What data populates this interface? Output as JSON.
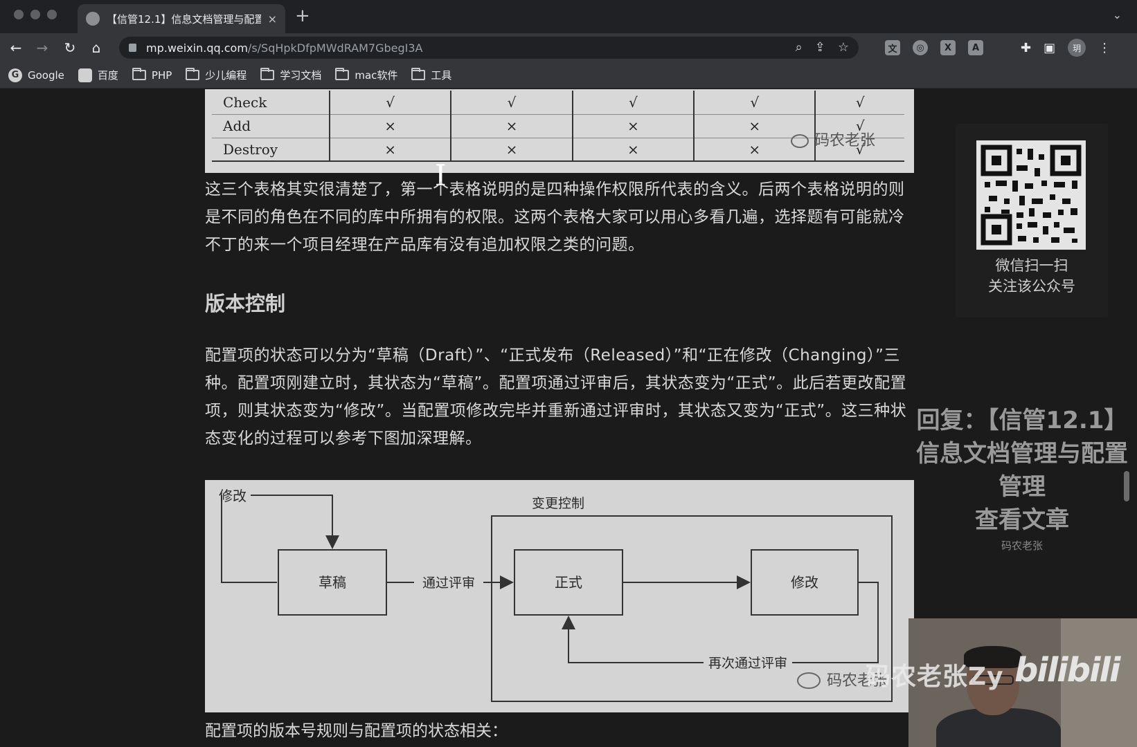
{
  "browser": {
    "tab_title": "【信管12.1】信息文档管理与配置",
    "tab_close": "×",
    "new_tab": "+",
    "url_host": "mp.weixin.qq.com",
    "url_path": "/s/SqHpkDfpMWdRAM7GbegI3A",
    "avatar_text": "玥",
    "bookmarks": [
      "Google",
      "百度",
      "PHP",
      "少儿编程",
      "学习文档",
      "mac软件",
      "工具"
    ]
  },
  "table": {
    "rows": [
      {
        "label": "Check",
        "cells": [
          "√",
          "√",
          "√",
          "√",
          "√"
        ]
      },
      {
        "label": "Add",
        "cells": [
          "×",
          "×",
          "×",
          "×",
          "√"
        ]
      },
      {
        "label": "Destroy",
        "cells": [
          "×",
          "×",
          "×",
          "×",
          "√"
        ]
      }
    ],
    "watermark": "码农老张"
  },
  "article": {
    "para1": "这三个表格其实很清楚了，第一个表格说明的是四种操作权限所代表的含义。后两个表格说明的则是不同的角色在不同的库中所拥有的权限。这两个表格大家可以用心多看几遍，选择题有可能就冷不丁的来一个项目经理在产品库有没有追加权限之类的问题。",
    "heading": "版本控制",
    "para2": "配置项的状态可以分为“草稿（Draft）”、“正式发布（Released）”和“正在修改（Changing）”三种。配置项刚建立时，其状态为“草稿”。配置项通过评审后，其状态变为“正式”。此后若更改配置项，则其状态变为“修改”。当配置项修改完毕并重新通过评审时，其状态又变为“正式”。这三种状态变化的过程可以参考下图加深理解。",
    "para3": "配置项的版本号规则与配置项的状态相关："
  },
  "diagram": {
    "modify_top": "修改",
    "change_control": "变更控制",
    "draft": "草稿",
    "pass_review": "通过评审",
    "formal": "正式",
    "modify": "修改",
    "re_review": "再次通过评审",
    "watermark": "码农老张"
  },
  "sidebar": {
    "qr_line1": "微信扫一扫",
    "qr_line2": "关注该公众号"
  },
  "promo": {
    "line1": "回复：【信管12.1】",
    "line2": "信息文档管理与配置",
    "line3": "管理",
    "line4": "查看文章",
    "author": "码农老张"
  },
  "video_overlay": {
    "name": "码农老张Zy",
    "logo": "bilibili"
  }
}
